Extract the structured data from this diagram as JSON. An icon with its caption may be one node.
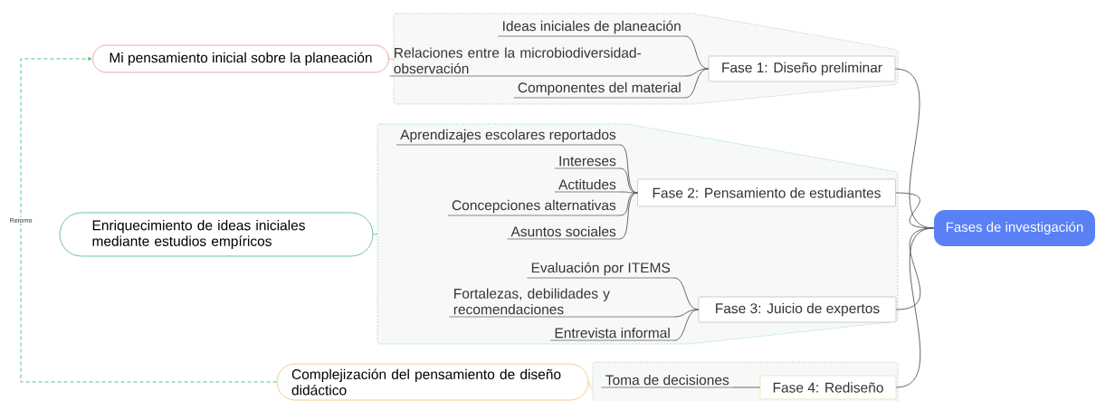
{
  "diagram": {
    "nodes": [
      {
        "text": [
          "Fases de investigación"
        ]
      },
      {
        "text": [],
        "shape": "box"
      },
      {
        "text": [
          "Fase 1: Diseño preliminar"
        ],
        "in": 1
      },
      {
        "text": [
          "Ideas iniciales de planeación"
        ],
        "in": 1
      },
      {
        "text": [
          "Relaciones entre la microbiodiversidad-observación"
        ],
        "in": 1
      },
      {
        "text": [
          "Componentes del material"
        ],
        "in": 1
      },
      {
        "text": [],
        "shape": "box"
      },
      {
        "text": [
          "Fase 2: Pensamiento de estudiantes"
        ],
        "in": 6
      },
      {
        "text": [
          "Aprendizajes escolares reportados"
        ],
        "in": 6
      },
      {
        "text": [
          "Intereses"
        ],
        "in": 6
      },
      {
        "text": [
          "Actitudes"
        ],
        "in": 6
      },
      {
        "text": [
          "Concepciones alternativas"
        ],
        "in": 6
      },
      {
        "text": [
          "Asuntos sociales"
        ],
        "in": 6
      },
      {
        "text": [
          "Fase 3: Juicio de expertos"
        ],
        "in": 6
      },
      {
        "text": [
          "Evaluación por ITEMS"
        ],
        "in": 6
      },
      {
        "text": [
          "Fortalezas, debilidades y recomendaciones"
        ],
        "in": 6
      },
      {
        "text": [
          "Entrevista informal"
        ],
        "in": 6
      },
      {
        "text": [],
        "shape": "box"
      },
      {
        "text": [
          "Fase 4: Rediseño"
        ],
        "in": 17
      },
      {
        "text": [
          "Toma de decisiones"
        ],
        "in": 17
      },
      {
        "text": [
          "Mi pensamiento inicial sobre la planeación"
        ]
      },
      {
        "text": [
          "Enriquecimiento de ideas iniciales mediante estudios empíricos"
        ]
      },
      {
        "text": [
          "Complejización del pensamiento de diseño didáctico"
        ]
      }
    ],
    "edges": [
      {
        "from": 0,
        "to": 2,
        "arrow": "none"
      },
      {
        "from": 0,
        "to": 7,
        "arrow": "none"
      },
      {
        "from": 0,
        "to": 13,
        "arrow": "none"
      },
      {
        "from": 0,
        "to": 18,
        "arrow": "none"
      },
      {
        "from": 2,
        "to": 3,
        "arrow": "none"
      },
      {
        "from": 2,
        "to": 4,
        "arrow": "none"
      },
      {
        "from": 2,
        "to": 5,
        "arrow": "none"
      },
      {
        "from": 7,
        "to": 8,
        "arrow": "none"
      },
      {
        "from": 7,
        "to": 9,
        "arrow": "none"
      },
      {
        "from": 7,
        "to": 10,
        "arrow": "none"
      },
      {
        "from": 7,
        "to": 11,
        "arrow": "none"
      },
      {
        "from": 7,
        "to": 12,
        "arrow": "none"
      },
      {
        "from": 13,
        "to": 14,
        "arrow": "none"
      },
      {
        "from": 13,
        "to": 15,
        "arrow": "none"
      },
      {
        "from": 13,
        "to": 16,
        "arrow": "none"
      },
      {
        "from": 18,
        "to": 19,
        "arrow": "none"
      },
      {
        "from": 1,
        "to": 20,
        "arrow": "none",
        "color": "#e8a09a"
      },
      {
        "from": 6,
        "to": 21,
        "arrow": "none",
        "color": "#5cc08a"
      },
      {
        "from": 17,
        "to": 22,
        "arrow": "none",
        "color": "#f0c878"
      },
      {
        "from": 22,
        "to": 20,
        "arrow": "to",
        "style": "dashed",
        "color": "#3cc070",
        "label": "Retorno"
      }
    ]
  }
}
